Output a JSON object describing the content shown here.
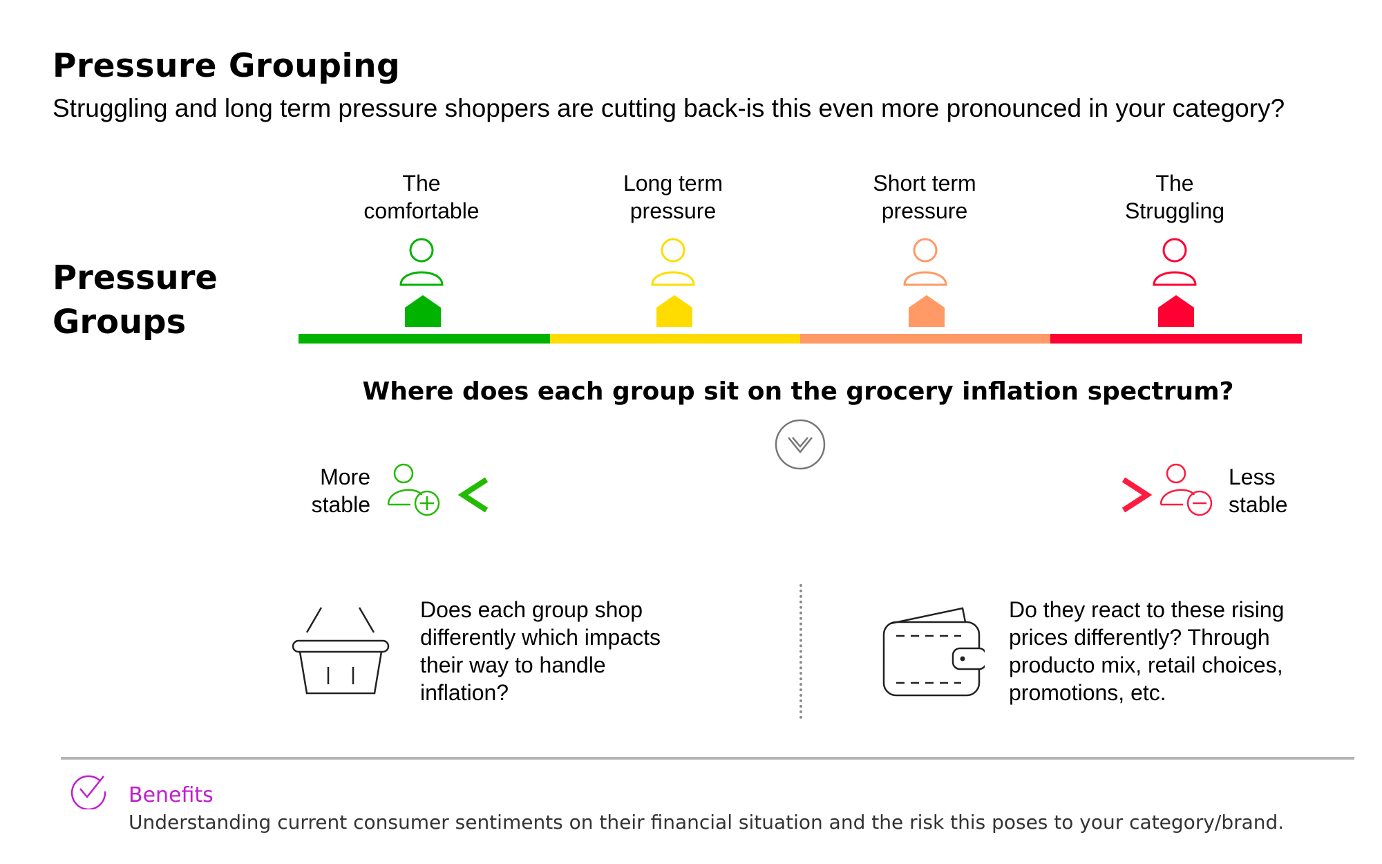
{
  "header": {
    "title": "Pressure Grouping",
    "subtitle": "Struggling and long term pressure shoppers are cutting back-is this even more pronounced in your category?"
  },
  "side_heading": {
    "line1": "Pressure",
    "line2": "Groups"
  },
  "groups": [
    {
      "line1": "The",
      "line2": "comfortable",
      "color": "#00b300"
    },
    {
      "line1": "Long term",
      "line2": "pressure",
      "color": "#ffdc00"
    },
    {
      "line1": "Short term",
      "line2": "pressure",
      "color": "#ff9966"
    },
    {
      "line1": "The",
      "line2": "Struggling",
      "color": "#ff0033"
    }
  ],
  "question": "Where does each group sit on the grocery inflation spectrum?",
  "spectrum": {
    "left_label_line1": "More",
    "left_label_line2": "stable",
    "right_label_line1": "Less",
    "right_label_line2": "stable",
    "left_color": "#22bb00",
    "mid_color": "#ffd000",
    "right_color": "#ff1a40"
  },
  "points": [
    {
      "icon": "basket-icon",
      "lines": [
        "Does each group shop",
        "differently which impacts",
        "their way to handle",
        "inflation?"
      ]
    },
    {
      "icon": "wallet-icon",
      "lines": [
        "Do they react to these rising",
        "prices differently?  Through",
        "producto mix, retail choices,",
        "promotions, etc."
      ]
    }
  ],
  "benefits": {
    "label": "Benefits",
    "text": "Understanding current consumer sentiments on their financial situation and the risk this poses to your category/brand.",
    "color": "#c01dd1"
  }
}
